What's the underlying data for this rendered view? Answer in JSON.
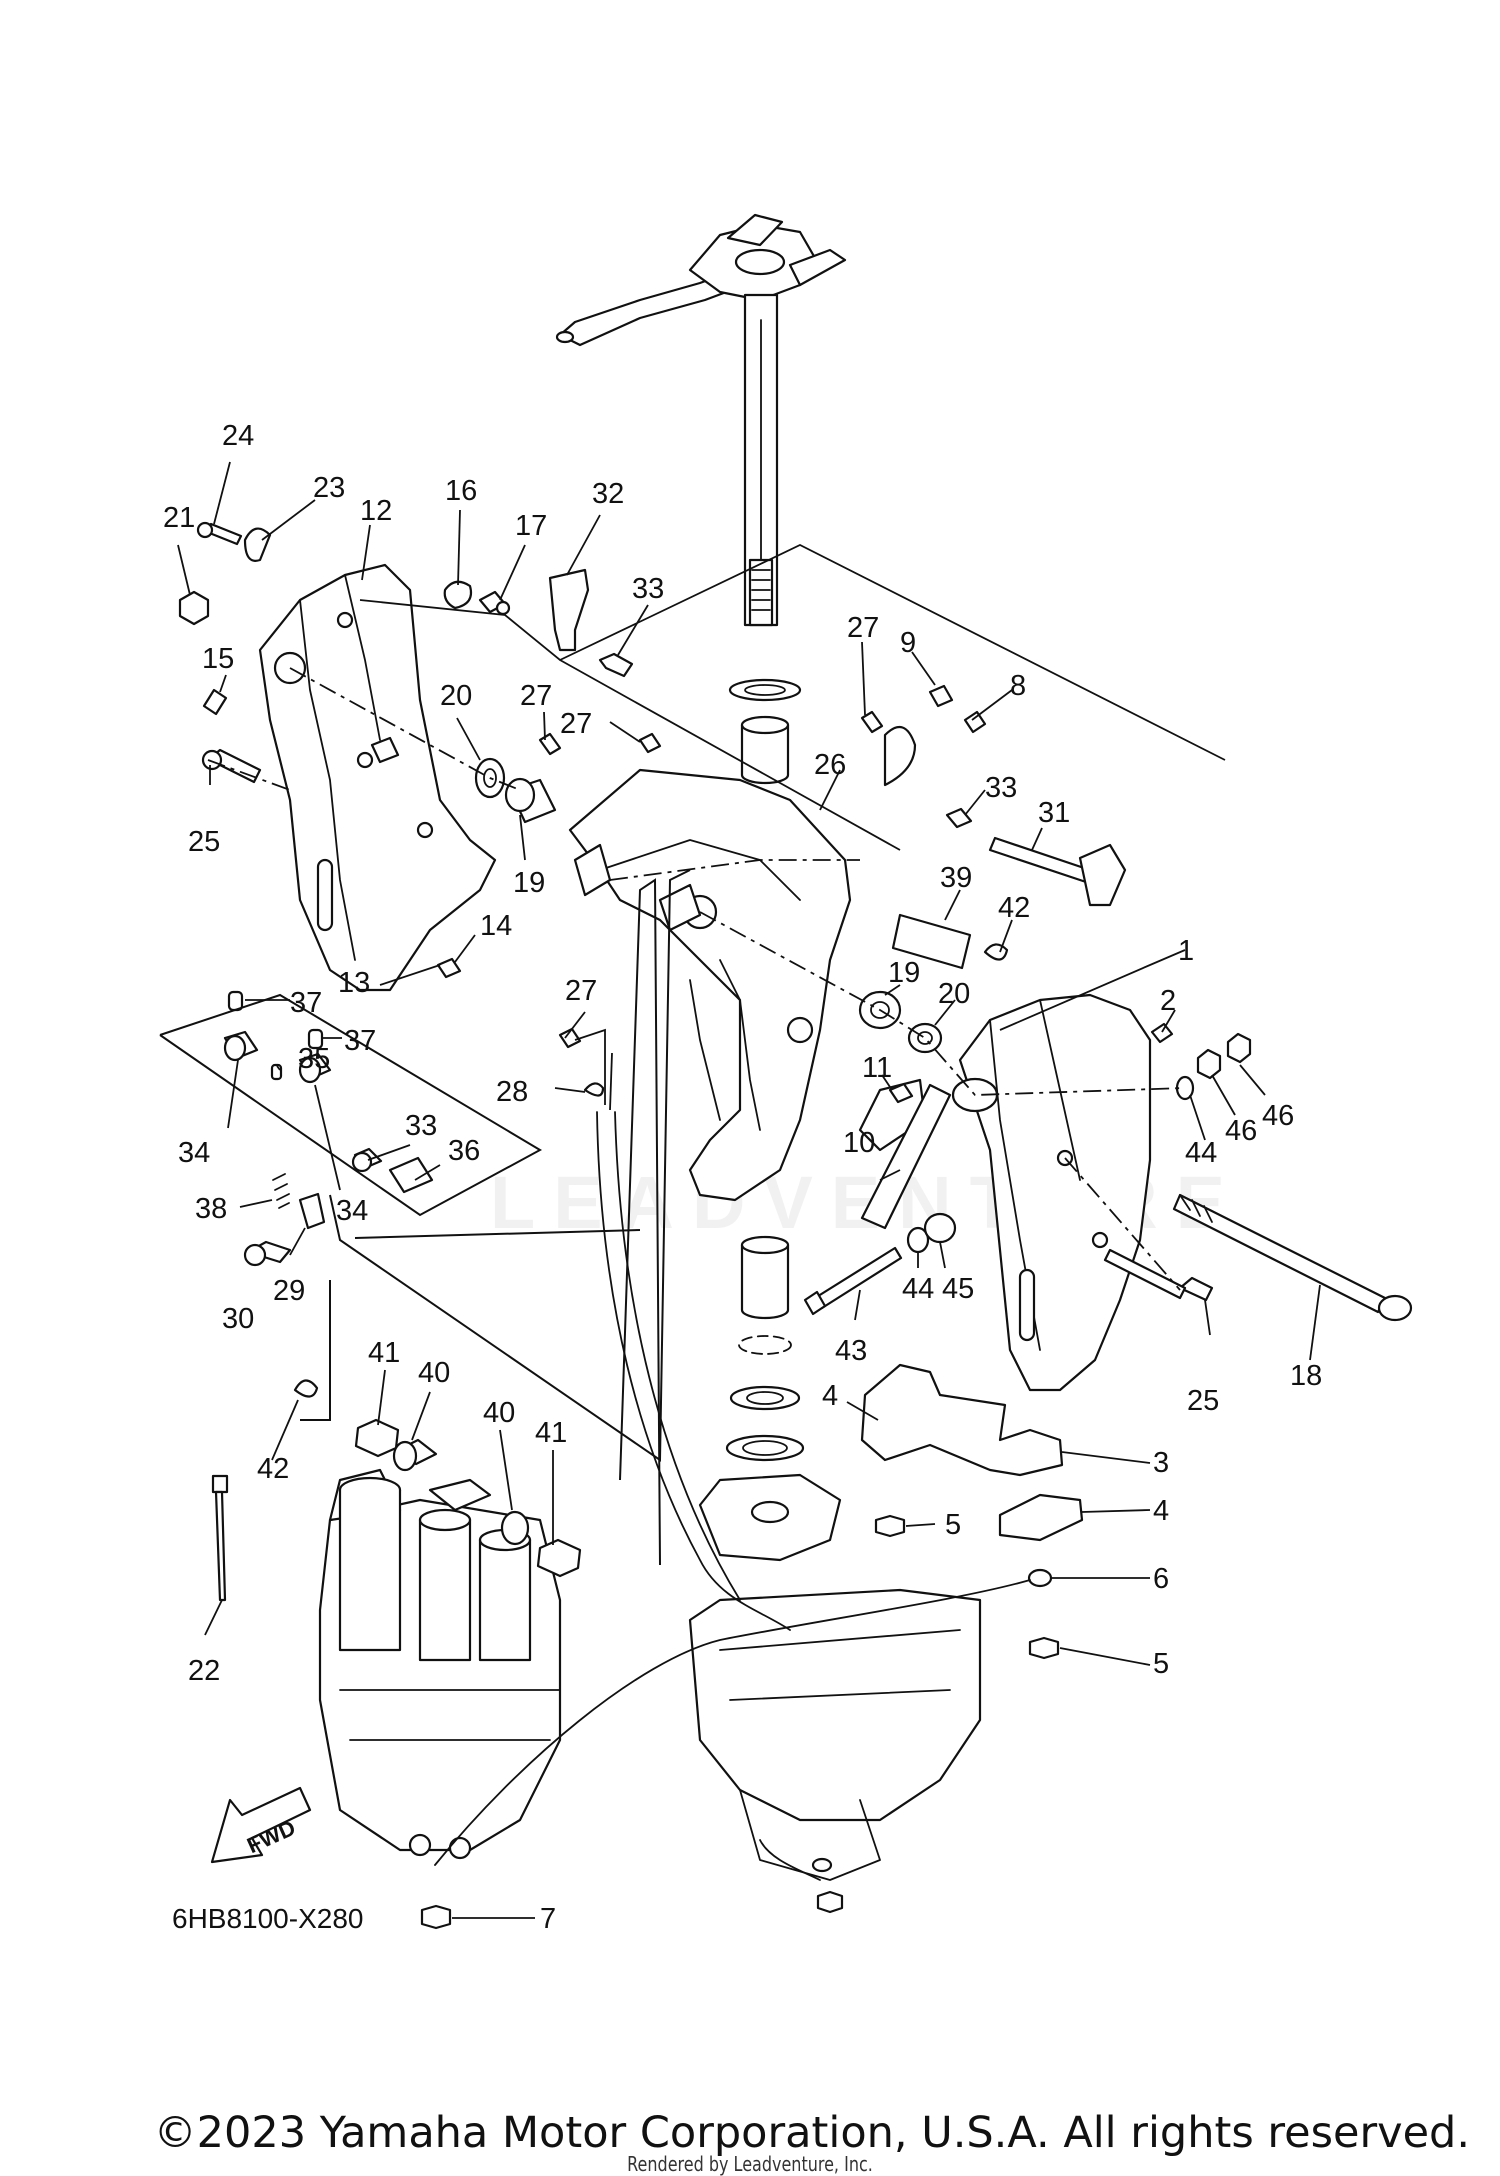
{
  "diagram_code": "6HB8100-X280",
  "fwd_arrow_label": "FWD",
  "watermark": "LEADVENTURE",
  "copyright": "©2023 Yamaha Motor Corporation, U.S.A. All rights reserved.",
  "rendered_by": "Rendered by Leadventure, Inc.",
  "callouts": [
    "24",
    "23",
    "21",
    "12",
    "16",
    "17",
    "32",
    "33",
    "27",
    "9",
    "8",
    "15",
    "20",
    "27",
    "27",
    "26",
    "25",
    "19",
    "33",
    "31",
    "39",
    "42",
    "1",
    "14",
    "2",
    "13",
    "27",
    "19",
    "20",
    "11",
    "46",
    "46",
    "44",
    "37",
    "35",
    "37",
    "28",
    "34",
    "33",
    "36",
    "10",
    "34",
    "38",
    "30",
    "29",
    "44",
    "45",
    "43",
    "25",
    "18",
    "41",
    "40",
    "4",
    "3",
    "42",
    "40",
    "41",
    "5",
    "4",
    "6",
    "22",
    "5",
    "7"
  ]
}
